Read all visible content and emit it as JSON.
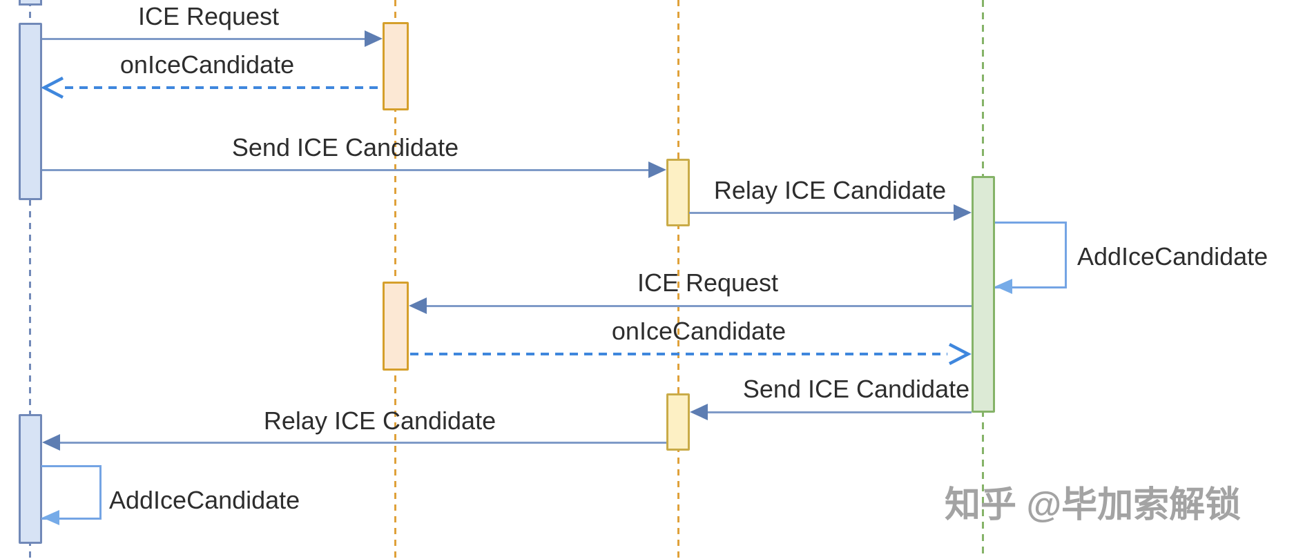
{
  "diagram": {
    "type": "sequence-diagram",
    "background": "#ffffff",
    "lifelines": [
      {
        "id": "caller-peer",
        "color": "#7189b8",
        "bar_fill": "#d7e3f5"
      },
      {
        "id": "left-server",
        "color": "#dfa13a",
        "bar_fill": "#fce8d4"
      },
      {
        "id": "right-server",
        "color": "#dfa13a",
        "bar_fill": "#fdf0c4"
      },
      {
        "id": "callee-peer",
        "color": "#85b368",
        "bar_fill": "#dcead5"
      }
    ],
    "messages": [
      {
        "label": "ICE Request",
        "style": "solid",
        "from": "caller-peer",
        "to": "left-server"
      },
      {
        "label": "onIceCandidate",
        "style": "dashed",
        "from": "left-server",
        "to": "caller-peer"
      },
      {
        "label": "Send ICE Candidate",
        "style": "solid",
        "from": "caller-peer",
        "to": "right-server"
      },
      {
        "label": "Relay ICE Candidate",
        "style": "solid",
        "from": "right-server",
        "to": "callee-peer"
      },
      {
        "label": "AddIceCandidate",
        "style": "self",
        "from": "callee-peer",
        "to": "callee-peer"
      },
      {
        "label": "ICE Request",
        "style": "solid",
        "from": "callee-peer",
        "to": "left-server"
      },
      {
        "label": "onIceCandidate",
        "style": "dashed",
        "from": "left-server",
        "to": "callee-peer"
      },
      {
        "label": "Send ICE Candidate",
        "style": "solid",
        "from": "callee-peer",
        "to": "right-server"
      },
      {
        "label": "Relay ICE Candidate",
        "style": "solid",
        "from": "right-server",
        "to": "caller-peer"
      },
      {
        "label": "AddIceCandidate",
        "style": "self",
        "from": "caller-peer",
        "to": "caller-peer"
      }
    ],
    "colors": {
      "solid_arrow_line": "#7e9ac7",
      "solid_arrow_head": "#5d7db2",
      "dashed_arrow": "#3f87dd",
      "self_loop": "#74a4e4",
      "label_text": "#2d2d2d"
    },
    "watermark": {
      "text": "知乎 @毕加索解锁",
      "color": "#a3a3a3"
    }
  }
}
